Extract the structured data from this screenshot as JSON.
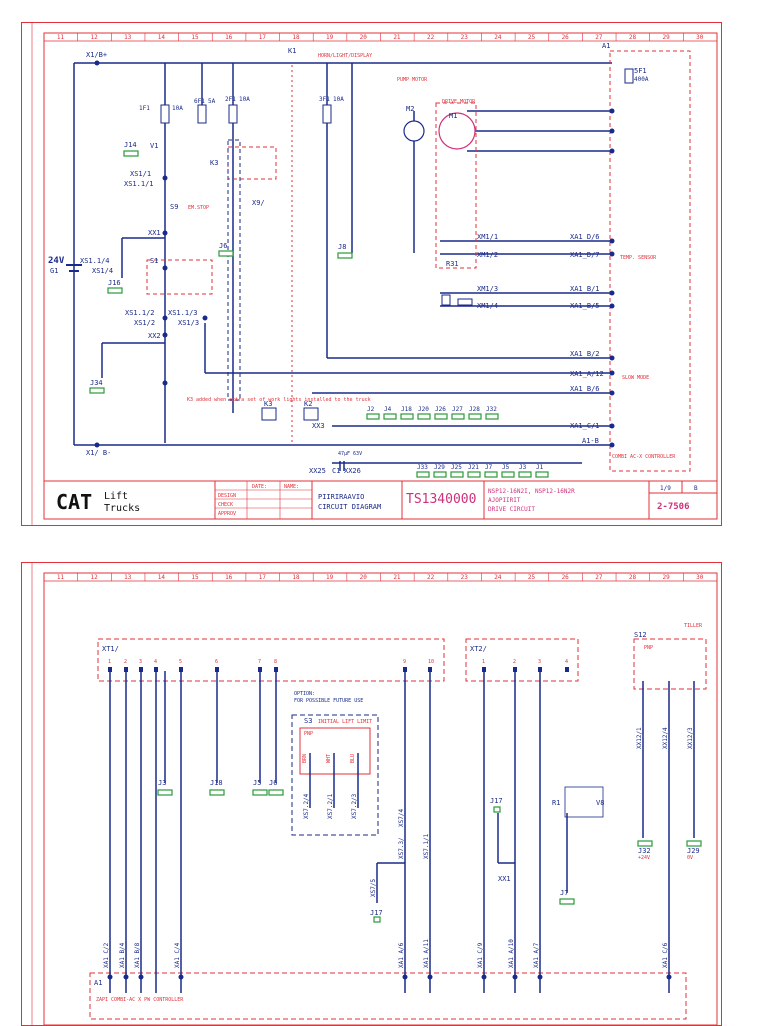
{
  "colors": {
    "border": "#e0303a",
    "wire": "#1a2a8a",
    "green": "#2a9a3a",
    "magenta": "#d0307a",
    "dash": "#e0303a"
  },
  "column_numbers": [
    "11",
    "12",
    "13",
    "14",
    "15",
    "16",
    "17",
    "18",
    "19",
    "20",
    "21",
    "22",
    "23",
    "24",
    "25",
    "26",
    "27",
    "28",
    "29",
    "30"
  ],
  "sheet1": {
    "labels": {
      "x1_bplus": "X1/B+",
      "x1_bminus": "X1/ B-",
      "k1": "K1",
      "k1_note": "HORN/LIGHT/DISPLAY",
      "pump_motor": "PUMP MOTOR",
      "drive_motor": "DRIVE MOTOR",
      "m1": "M1",
      "m2": "M2",
      "f5": "5F1",
      "f5_rating": "400A",
      "a1": "A1",
      "f1": "1F1",
      "f1_rating": "10A",
      "f2": "2F1",
      "f2_rating": "10A",
      "f3": "3F1",
      "f3_rating": "10A",
      "f6": "6F1",
      "f6_rating": "5A",
      "j14": "J14",
      "v1": "V1",
      "xs1_1": "XS1/1",
      "xs1_1_1": "XS1.1/1",
      "s9": "S9",
      "em_stop": "EM.STOP",
      "xx1": "XX1",
      "xs1_1_4": "XS1.1/4",
      "xs1_4": "XS1/4",
      "g1": "G1",
      "v24": "24V",
      "j16": "J16",
      "s1": "S1",
      "xs1_1_2": "XS1.1/2",
      "xs1_1_3": "XS1.1/3",
      "xs1_2": "XS1/2",
      "xs1_3": "XS1/3",
      "xx2": "XX2",
      "j34": "J34",
      "k3": "K3",
      "x9": "X9/",
      "j6": "J6",
      "j8": "J8",
      "xm1_1": "XM1/1",
      "xm1_2": "XM1/2",
      "xm1_3": "XM1/3",
      "xm1_4": "XM1/4",
      "r31": "R31",
      "xa1_d6": "XA1_D/6",
      "xa1_d7": "XA1_D/7",
      "xa1_b1": "XA1_B/1",
      "xa1_b5": "XA1_B/5",
      "xa1_b2": "XA1_B/2",
      "xa1_a12": "XA1_A/12",
      "xa1_b6": "XA1_B/6",
      "xa1_c1": "XA1_C/1",
      "a1_b": "A1-B",
      "slow_mode": "SLOW MODE",
      "temp_sensor": "TEMP. SENSOR",
      "xx3": "XX3",
      "k2": "K2",
      "k3b": "K3",
      "xx25": "XX25",
      "xx26": "XX26",
      "c1": "C1",
      "cap": "47µF 63V",
      "note": "K3 added when extra set of work lights installed to the truck",
      "junctions_top": [
        "J2",
        "J4",
        "J18",
        "J20",
        "J26",
        "J27",
        "J28",
        "J32"
      ],
      "junctions_bottom": [
        "J33",
        "J29",
        "J25",
        "J21",
        "J7",
        "J5",
        "J3",
        "J1"
      ],
      "combi": "COMBI AC-X CONTROLLER"
    },
    "title_block": {
      "brand": "CAT",
      "brand_sub1": "Lift",
      "brand_sub2": "Trucks",
      "designer_name": "PIIRIRAAVIO",
      "sheet_title": "CIRCUIT DIAGRAM",
      "doc_number": "TS1340000",
      "models": "NSP12-16N2I, NSP12-16N2R",
      "desc1": "AJOPIIRIT",
      "desc2": "DRIVE CIRCUIT",
      "page": "1/9",
      "rev": "B",
      "code": "2-7506",
      "rows": [
        "DESIGN",
        "CHECK",
        "APPROV"
      ],
      "headers": [
        "DATE:",
        "NAME:"
      ]
    }
  },
  "sheet2": {
    "labels": {
      "xt1": "XT1/",
      "xt2": "XT2/",
      "tiller": "TILLER",
      "s12": "S12",
      "pnp": "PNP",
      "option": "OPTION:",
      "option2": "FOR POSSIBLE FUTURE USE",
      "s3": "S3",
      "initial_lift": "INITIAL LIFT LIMIT",
      "brn": "BRN",
      "wht": "WHT",
      "blu": "BLU",
      "xs7_2_4": "XS7.2/4",
      "xs7_2_1": "XS7.2/1",
      "xs7_2_3": "XS7.2/3",
      "xs7_4": "XS7/4",
      "xs7_3": "XS7.3/",
      "xs7_1_1": "XS7.1/1",
      "xs7_5": "XS7/5",
      "j3": "J3",
      "j18": "J18",
      "j5": "J5",
      "j6": "J6",
      "j17": "J17",
      "j17b": "J17",
      "j7": "J7",
      "j32": "J32",
      "j32_sub": "+24V",
      "j29": "J29",
      "j29_sub": "0V",
      "r1": "R1",
      "v8": "V8",
      "xx1": "XX1",
      "xx12_1": "XX12/1",
      "xx12_4": "XX12/4",
      "xx12_3": "XX12/3",
      "a1": "A1",
      "combi": "ZAPI COMBI-AC X PW CONTROLLER",
      "bottom_pins": [
        "XA1 C/2",
        "XA1 B/4",
        "XA1 B/8",
        "XA1 C/4",
        "XA1 A/6",
        "XA1 A/11",
        "XA1 C/9",
        "XA1 A/10",
        "XA1 A/7",
        "XA1 C/6"
      ],
      "xt1_pins": [
        "1",
        "2",
        "3",
        "4",
        "5",
        "6",
        "7",
        "8",
        "9",
        "10"
      ],
      "xt2_pins": [
        "1",
        "2",
        "3",
        "4"
      ]
    }
  }
}
